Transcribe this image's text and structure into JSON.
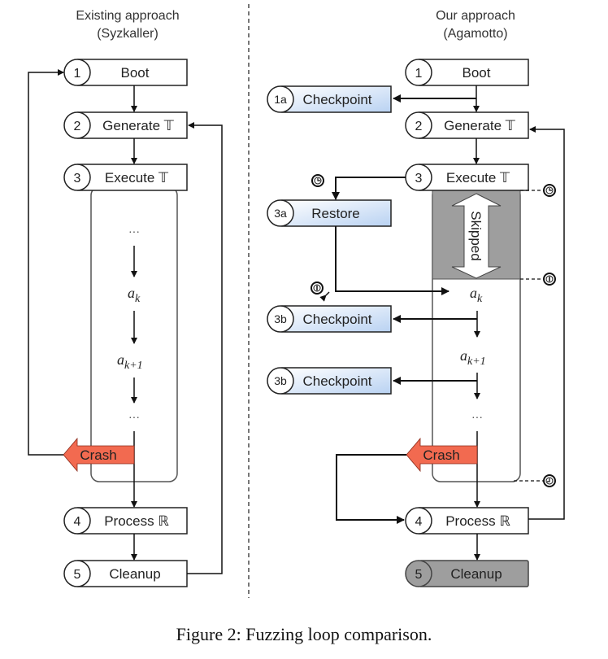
{
  "left_panel": {
    "heading_line1": "Existing approach",
    "heading_line2": "(Syzkaller)",
    "steps": [
      {
        "num": "1",
        "label": "Boot"
      },
      {
        "num": "2",
        "label": "Generate 𝕋"
      },
      {
        "num": "3",
        "label": "Execute 𝕋"
      },
      {
        "num": "4",
        "label": "Process ℝ"
      },
      {
        "num": "5",
        "label": "Cleanup"
      }
    ],
    "sequence": {
      "dots_top": "···",
      "ak": "a",
      "ak_sub": "k",
      "ak1": "a",
      "ak1_sub": "k+1",
      "dots_bottom": "···"
    },
    "crash_label": "Crash"
  },
  "right_panel": {
    "heading_line1": "Our approach",
    "heading_line2": "(Agamotto)",
    "steps": [
      {
        "num": "1",
        "label": "Boot"
      },
      {
        "num": "2",
        "label": "Generate 𝕋"
      },
      {
        "num": "3",
        "label": "Execute 𝕋"
      },
      {
        "num": "4",
        "label": "Process ℝ"
      },
      {
        "num": "5",
        "label": "Cleanup"
      }
    ],
    "side_steps": [
      {
        "num": "1a",
        "label": "Checkpoint"
      },
      {
        "num": "3a",
        "label": "Restore"
      },
      {
        "num": "3b",
        "label": "Checkpoint"
      },
      {
        "num": "3b",
        "label": "Checkpoint"
      }
    ],
    "skipped_label": "Skipped",
    "sequence": {
      "ak": "a",
      "ak_sub": "k",
      "ak1": "a",
      "ak1_sub": "k+1",
      "dots_bottom": "···"
    },
    "crash_label": "Crash"
  },
  "colors": {
    "crash": "#f26a50",
    "checkpoint_fill_start": "#ffffff",
    "checkpoint_fill_end": "#b9d2f2",
    "skipped_fill": "#9e9e9e",
    "cleanup_gray": "#9e9e9e"
  },
  "caption": "Figure 2: Fuzzing loop comparison."
}
